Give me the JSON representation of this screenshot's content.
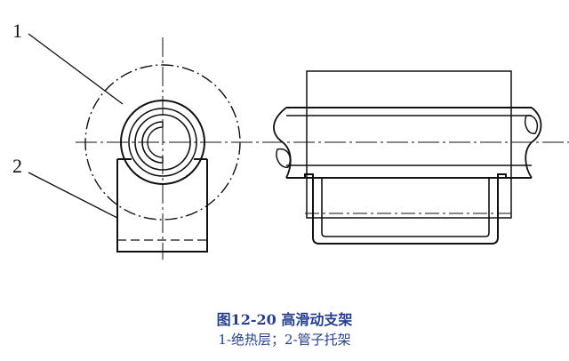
{
  "labels": {
    "part1": "1",
    "part2": "2"
  },
  "caption": {
    "title": "图12-20 高滑动支架",
    "legend": "1-绝热层；2-管子托架"
  },
  "colors": {
    "line": "#111111",
    "caption": "#27408b"
  }
}
